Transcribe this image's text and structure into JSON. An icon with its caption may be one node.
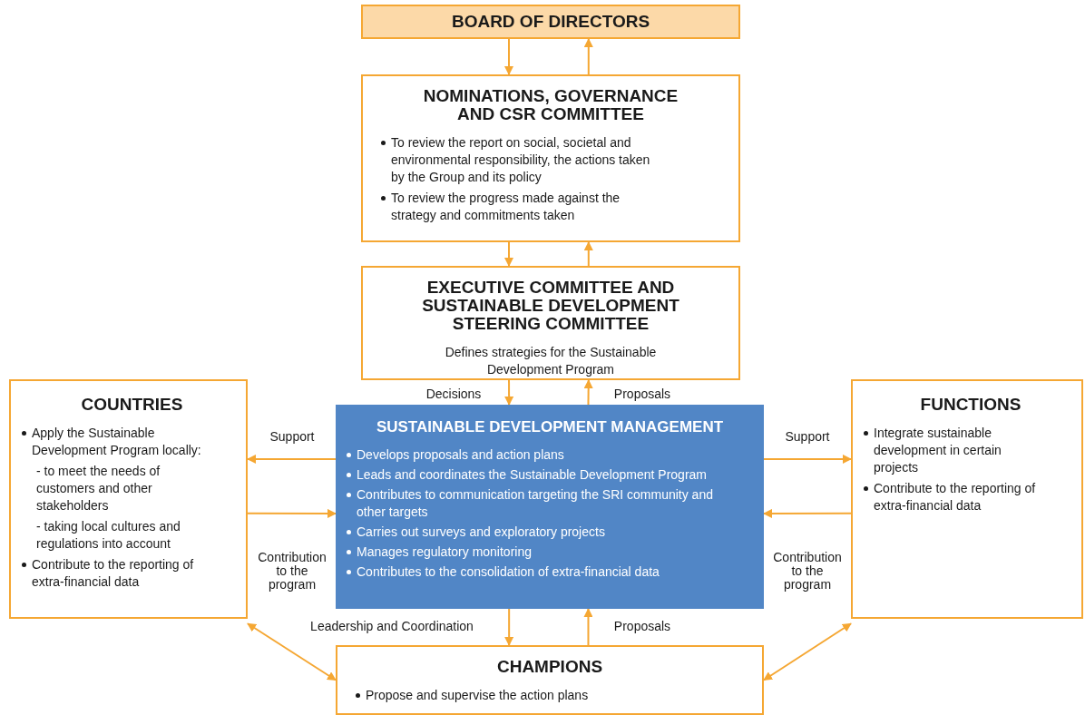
{
  "diagram": {
    "nodes": [
      {
        "text": [
          "BOARD OF DIRECTORS"
        ]
      },
      {
        "text": [
          "NOMINATIONS, GOVERNANCE AND CSR COMMITTEE",
          "To review the report on social, societal and environmental responsibility, the actions taken by the Group and its policy",
          "To review the progress made against the strategy and commitments taken"
        ]
      },
      {
        "text": [
          "EXECUTIVE COMMITTEE AND SUSTAINABLE DEVELOPMENT STEERING COMMITTEE",
          "Defines strategies for the Sustainable Development Program"
        ]
      },
      {
        "text": [
          "COUNTRIES",
          "Apply the Sustainable Development Program locally:",
          "- to meet the needs of customers and other stakeholders",
          "- taking local cultures and regulations into account",
          "Contribute to the reporting of extra-financial data"
        ]
      },
      {
        "text": [
          "SUSTAINABLE DEVELOPMENT MANAGEMENT",
          "Develops proposals and action plans",
          "Leads and coordinates the Sustainable Development Program",
          "Contributes to communication targeting the SRI community and other targets",
          "Carries out surveys and exploratory projects",
          "Manages regulatory monitoring",
          "Contributes to the consolidation of extra-financial data"
        ]
      },
      {
        "text": [
          "FUNCTIONS",
          "Integrate sustainable development in certain projects",
          "Contribute to the reporting of extra-financial data"
        ]
      },
      {
        "text": [
          "CHAMPIONS",
          "Propose and supervise the action plans"
        ]
      }
    ],
    "edges": [
      {
        "from": 0,
        "to": 1,
        "arrow": "to"
      },
      {
        "from": 1,
        "to": 0,
        "arrow": "to"
      },
      {
        "from": 1,
        "to": 2,
        "arrow": "to"
      },
      {
        "from": 2,
        "to": 1,
        "arrow": "to"
      },
      {
        "from": 2,
        "to": 4,
        "arrow": "to",
        "label": "Decisions"
      },
      {
        "from": 4,
        "to": 2,
        "arrow": "to",
        "label": "Proposals"
      },
      {
        "from": 4,
        "to": 3,
        "arrow": "to",
        "label": "Support"
      },
      {
        "from": 3,
        "to": 4,
        "arrow": "to",
        "label": "Contribution to the program"
      },
      {
        "from": 4,
        "to": 5,
        "arrow": "to",
        "label": "Support"
      },
      {
        "from": 5,
        "to": 4,
        "arrow": "to",
        "label": "Contribution to the program"
      },
      {
        "from": 4,
        "to": 6,
        "arrow": "to",
        "label": "Leadership and Coordination"
      },
      {
        "from": 6,
        "to": 4,
        "arrow": "to",
        "label": "Proposals"
      },
      {
        "from": 3,
        "to": 6,
        "arrow": "both"
      },
      {
        "from": 5,
        "to": 6,
        "arrow": "both"
      }
    ]
  }
}
